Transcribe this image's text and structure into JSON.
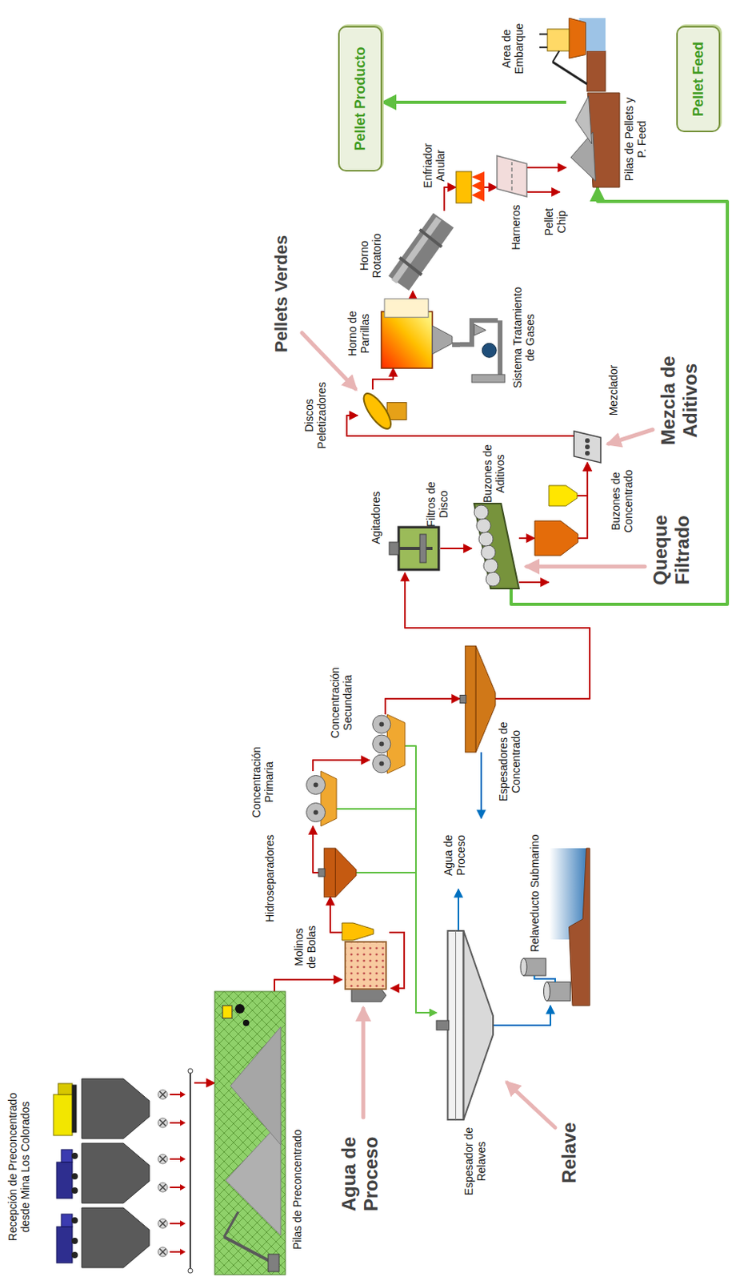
{
  "diagram": {
    "nodes": [
      {
        "text": [
          "Recepción de Preconcentrado desde Mina Los Colorados"
        ]
      },
      {
        "text": [
          "Pilas de Preconcentrado"
        ]
      },
      {
        "text": [
          "Molinos de Bolas"
        ]
      },
      {
        "text": [
          "Hidroseparadores"
        ]
      },
      {
        "text": [
          "Concentración Primaria"
        ]
      },
      {
        "text": [
          "Concentración Secundaria"
        ]
      },
      {
        "text": [
          "Espesadores de Concentrado"
        ]
      },
      {
        "text": [
          "Agitadores"
        ]
      },
      {
        "text": [
          "Filtros de Disco"
        ]
      },
      {
        "text": [
          "Buzones de Concentrado"
        ]
      },
      {
        "text": [
          "Buzones de Aditivos"
        ]
      },
      {
        "text": [
          "Mezclador"
        ]
      },
      {
        "text": [
          "Discos Peletizadores"
        ]
      },
      {
        "text": [
          "Horno de Parrillas"
        ]
      },
      {
        "text": [
          "Sistema Tratamiento de Gases"
        ]
      },
      {
        "text": [
          "Horno Rotatorio"
        ]
      },
      {
        "text": [
          "Enfriador Anular"
        ]
      },
      {
        "text": [
          "Harneros"
        ]
      },
      {
        "text": [
          "Pilas de Pellets y P. Feed"
        ]
      },
      {
        "text": [
          "Area de Embarque"
        ]
      },
      {
        "text": [
          "Pellet Producto"
        ]
      },
      {
        "text": [
          "Pellet Feed"
        ]
      },
      {
        "text": [
          "Espesador de Relaves"
        ]
      },
      {
        "text": [
          "Relaveducto Submarino"
        ]
      }
    ],
    "edges": [
      {
        "from": 0,
        "to": 1,
        "arrow": "to"
      },
      {
        "from": 1,
        "to": 2,
        "arrow": "to"
      },
      {
        "from": 2,
        "to": 3,
        "arrow": "to"
      },
      {
        "from": 3,
        "to": 4,
        "arrow": "to"
      },
      {
        "from": 4,
        "to": 5,
        "arrow": "to"
      },
      {
        "from": 5,
        "to": 6,
        "arrow": "to"
      },
      {
        "from": 6,
        "to": 7,
        "arrow": "to"
      },
      {
        "from": 7,
        "to": 8,
        "arrow": "to"
      },
      {
        "from": 8,
        "to": 9,
        "arrow": "to"
      },
      {
        "from": 9,
        "to": 11,
        "arrow": "to"
      },
      {
        "from": 10,
        "to": 11,
        "arrow": "to"
      },
      {
        "from": 11,
        "to": 12,
        "arrow": "to"
      },
      {
        "from": 12,
        "to": 13,
        "arrow": "to"
      },
      {
        "from": 13,
        "to": 15,
        "arrow": "to"
      },
      {
        "from": 15,
        "to": 16,
        "arrow": "to"
      },
      {
        "from": 16,
        "to": 17,
        "arrow": "to"
      },
      {
        "from": 17,
        "to": 18,
        "arrow": "to"
      },
      {
        "from": 18,
        "to": 20,
        "arrow": "to"
      },
      {
        "from": 8,
        "to": 18,
        "arrow": "to"
      },
      {
        "from": 3,
        "to": 22,
        "arrow": "to"
      },
      {
        "from": 4,
        "to": 22,
        "arrow": "to"
      },
      {
        "from": 5,
        "to": 22,
        "arrow": "to"
      },
      {
        "from": 22,
        "to": 23,
        "arrow": "to"
      },
      {
        "from": 13,
        "to": 14,
        "arrow": "none"
      }
    ],
    "labels": [
      "Agua de Proceso",
      "Relave",
      "Agua de Proceso",
      "Queque Filtrado",
      "Mezcla de Aditivos",
      "Pellets Verdes",
      "Pellet Chip"
    ]
  }
}
